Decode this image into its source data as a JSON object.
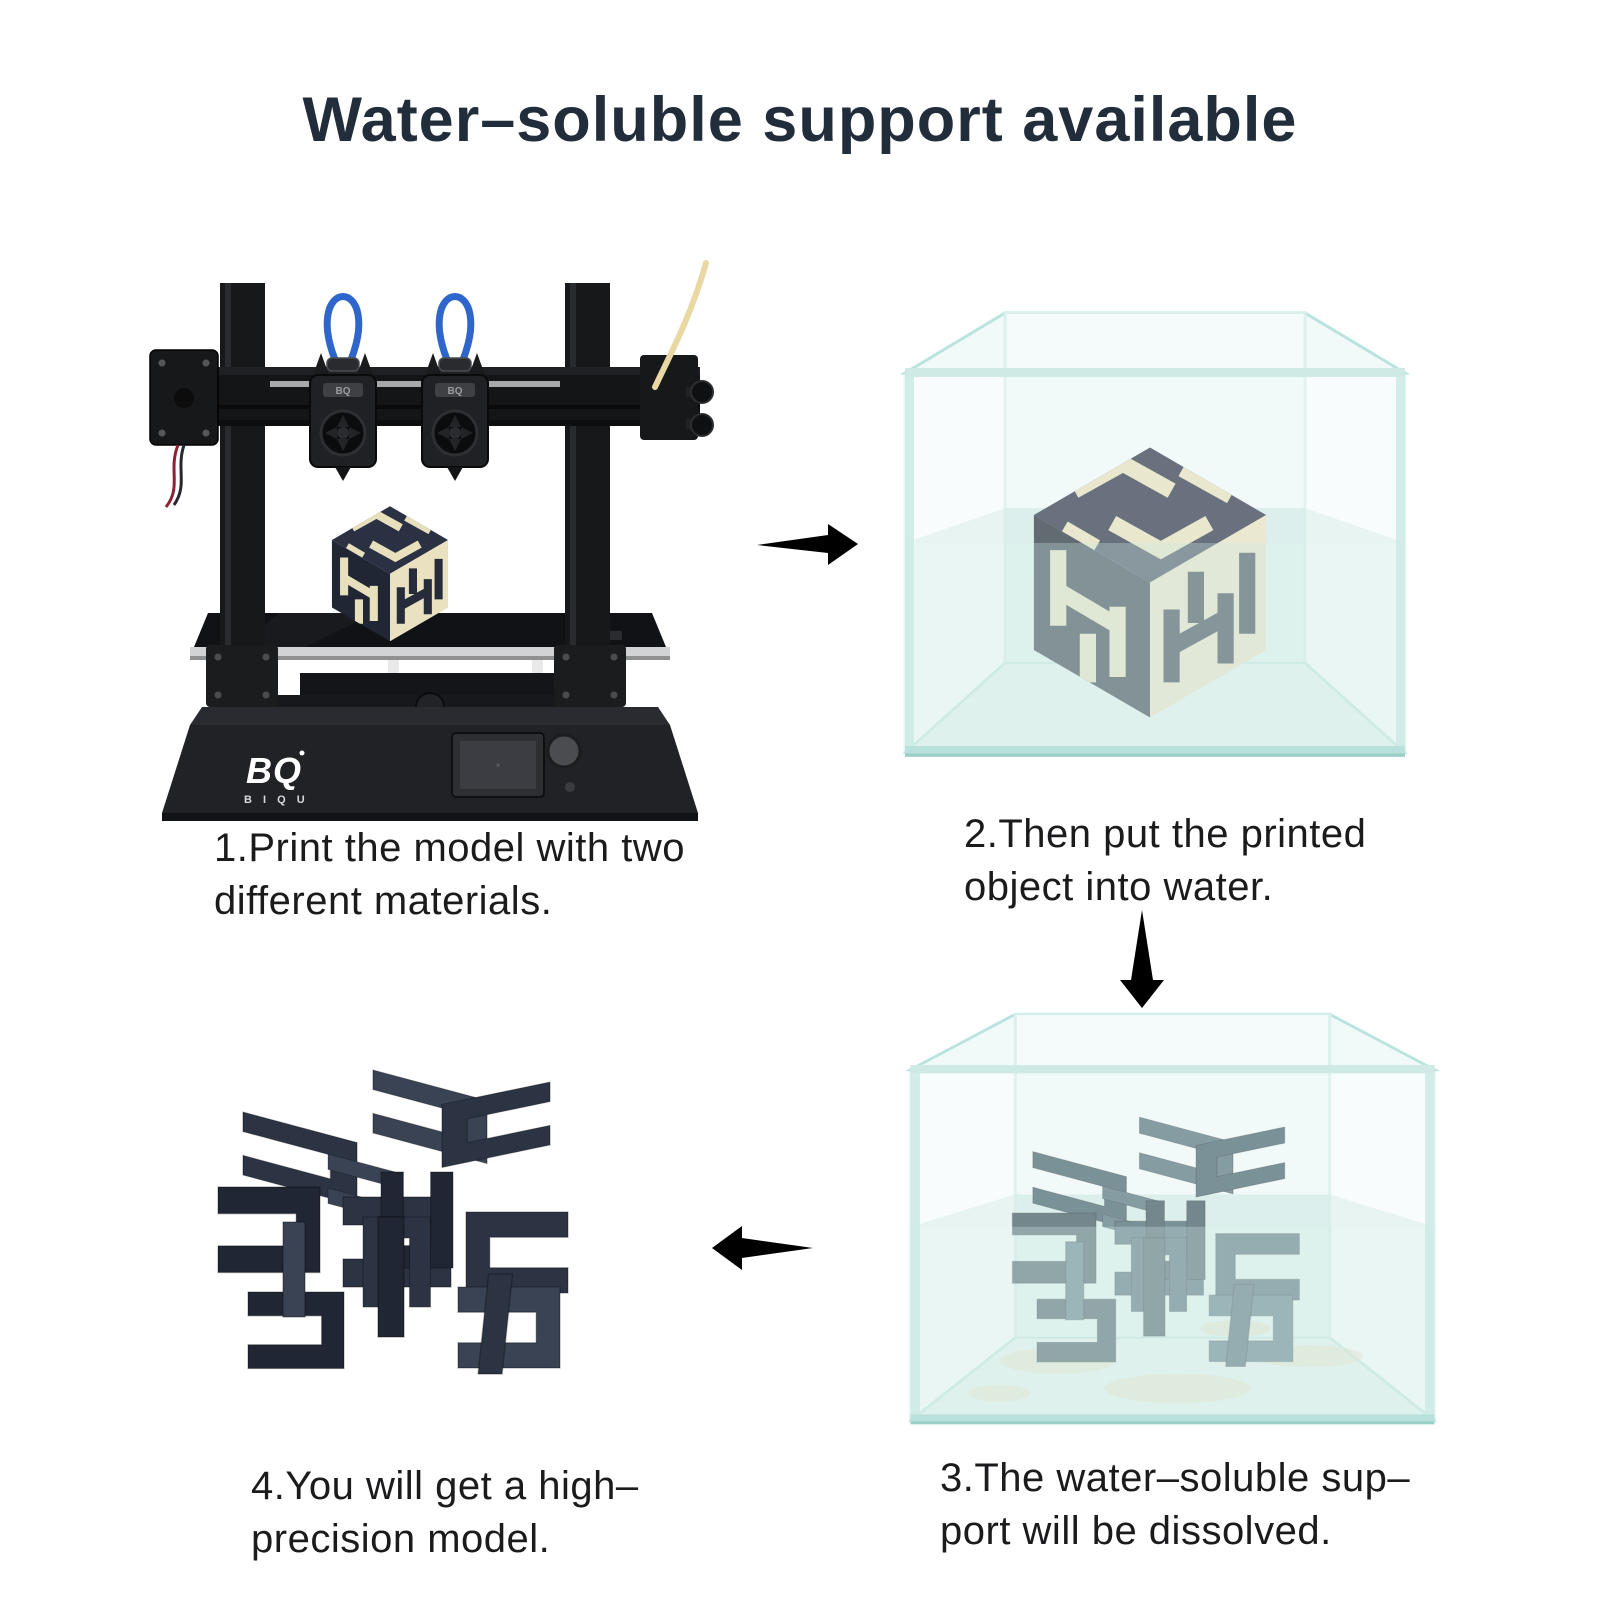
{
  "title": {
    "text": "Water–soluble support available",
    "color": "#222d3b"
  },
  "brand": {
    "logo_short": "BQ",
    "logo_full": "B I Q U",
    "head_label": "BQ"
  },
  "steps": [
    {
      "number": 1,
      "caption_lines": [
        "1.Print the model with two",
        "different materials."
      ],
      "illustration": "dual-extruder-3d-printer-printing-two-material-maze-cube"
    },
    {
      "number": 2,
      "caption_lines": [
        "2.Then put the printed",
        "object into water."
      ],
      "illustration": "printed-cube-submerged-in-water-tank"
    },
    {
      "number": 3,
      "caption_lines": [
        "3.The water–soluble sup–",
        "port will be dissolved."
      ],
      "illustration": "maze-model-in-tank-with-support-dissolving"
    },
    {
      "number": 4,
      "caption_lines": [
        "4.You will get a high–",
        "precision model."
      ],
      "illustration": "finished-high-precision-maze-model"
    }
  ],
  "arrows": [
    {
      "direction": "right",
      "from_step": 1,
      "to_step": 2
    },
    {
      "direction": "down",
      "from_step": 2,
      "to_step": 3
    },
    {
      "direction": "left",
      "from_step": 3,
      "to_step": 4
    }
  ],
  "colors": {
    "title_navy": "#222d3b",
    "caption_black": "#1b1b1d",
    "printer_black": "#17181a",
    "filament_blue": "#2e66cc",
    "filament_cream": "#e9d7a4",
    "cube_navy": "#2a3143",
    "cube_cream": "#eae1c0",
    "tank_edge_teal": "#b9e4de",
    "water_teal": "#bfe2dc",
    "model_dark": "#202634",
    "model_wet_slate": "#46606c",
    "residue_tan": "#e9d9b4",
    "arrow_black": "#000000"
  }
}
